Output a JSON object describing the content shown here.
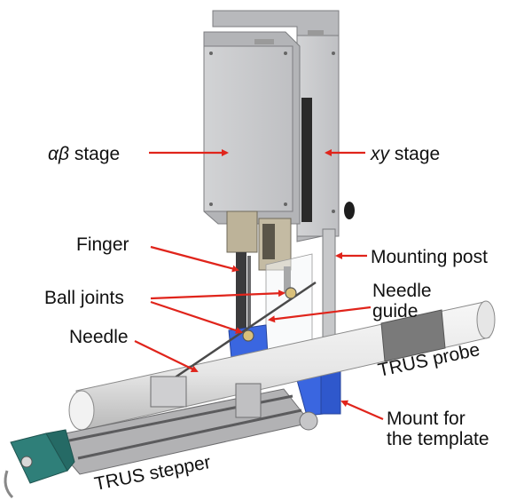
{
  "labels": {
    "alpha_beta_stage_symbol": "αβ",
    "alpha_beta_stage_word": " stage",
    "xy_stage_symbol": "xy",
    "xy_stage_word": " stage",
    "finger": "Finger",
    "mounting_post": "Mounting post",
    "ball_joints": "Ball joints",
    "needle_guide_line1": "Needle",
    "needle_guide_line2": "guide",
    "needle": "Needle",
    "trus_probe": "TRUS probe",
    "mount_template_line1": "Mount for",
    "mount_template_line2": "the template",
    "trus_stepper": "TRUS stepper"
  },
  "colors": {
    "leader_arrow": "#e0241b",
    "stage_body": "#c9cacc",
    "stage_edge": "#8c8d90",
    "finger_metal": "#b7ad95",
    "mount_blue": "#3a66e0",
    "probe": "#e8e8e8",
    "stepper_teal": "#2f7f79"
  }
}
